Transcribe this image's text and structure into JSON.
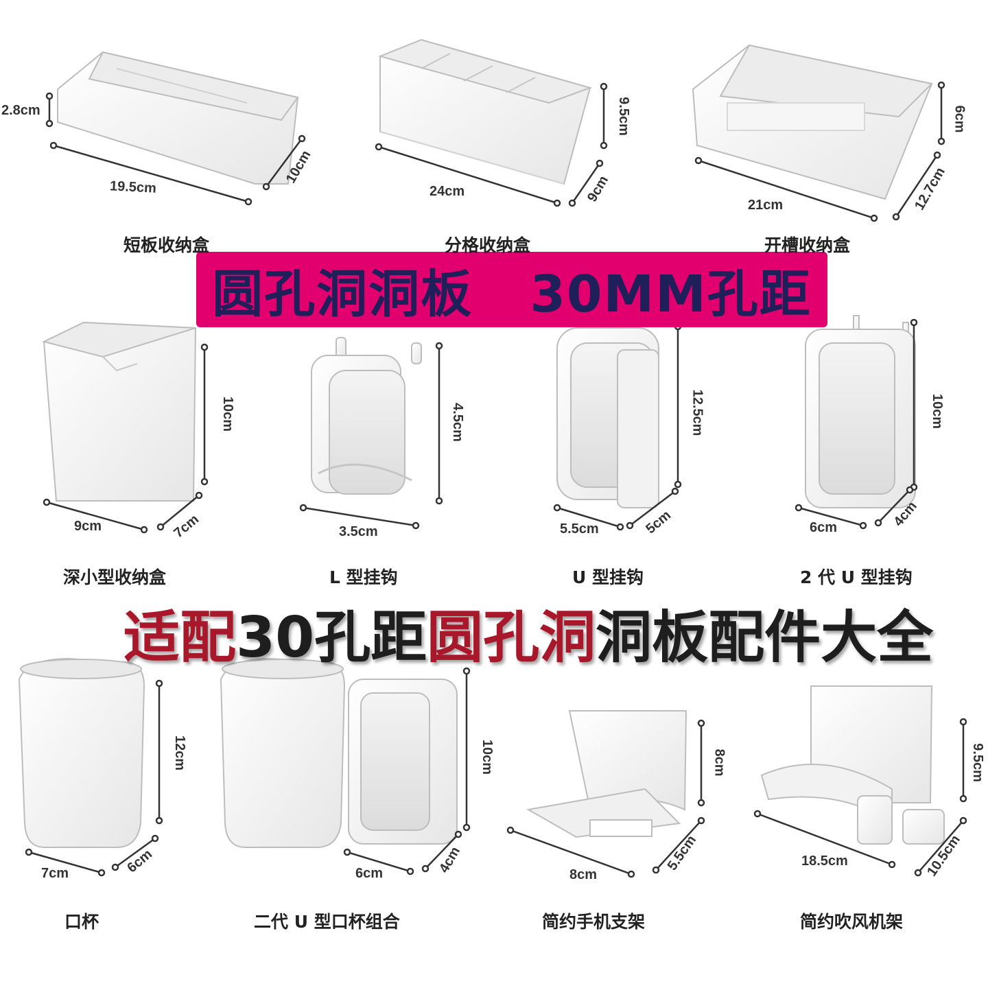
{
  "banner": {
    "text": "圆孔洞洞板   30MM孔距",
    "bg_color": "#e1006e",
    "text_color": "#1f1f5a"
  },
  "headline": {
    "parts": [
      {
        "text": "适配",
        "color": "#a8182a"
      },
      {
        "text": "30孔距",
        "color": "#1e1e1e"
      },
      {
        "text": "圆孔洞",
        "color": "#a8182a"
      },
      {
        "text": "洞板配件大全",
        "color": "#1e1e1e"
      }
    ]
  },
  "products": [
    {
      "name": "短板收纳盒",
      "dims": [
        "2.8cm",
        "19.5cm",
        "10cm"
      ]
    },
    {
      "name": "分格收纳盒",
      "dims": [
        "9.5cm",
        "24cm",
        "9cm"
      ]
    },
    {
      "name": "开槽收纳盒",
      "dims": [
        "6cm",
        "21cm",
        "12.7cm"
      ]
    },
    {
      "name": "深小型收纳盒",
      "dims": [
        "10cm",
        "9cm",
        "7cm"
      ]
    },
    {
      "name": "L 型挂钩",
      "dims": [
        "4.5cm",
        "3.5cm"
      ]
    },
    {
      "name": "U 型挂钩",
      "dims": [
        "12.5cm",
        "5.5cm",
        "5cm"
      ]
    },
    {
      "name": "2 代 U 型挂钩",
      "dims": [
        "10cm",
        "6cm",
        "4cm"
      ]
    },
    {
      "name": "口杯",
      "dims": [
        "12cm",
        "7cm",
        "6cm"
      ]
    },
    {
      "name": "二代 U 型口杯组合",
      "dims": [
        "10cm",
        "6cm",
        "4cm"
      ]
    },
    {
      "name": "简约手机支架",
      "dims": [
        "8cm",
        "8cm",
        "5.5cm"
      ]
    },
    {
      "name": "简约吹风机架",
      "dims": [
        "9.5cm",
        "18.5cm",
        "10.5cm"
      ]
    }
  ]
}
